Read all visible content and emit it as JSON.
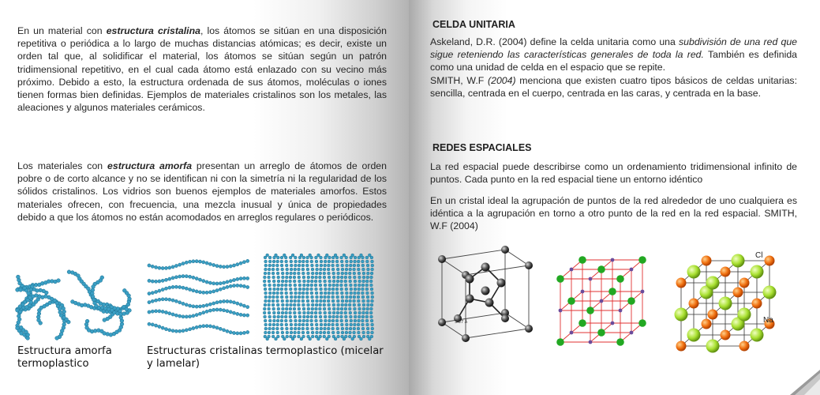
{
  "left_page": {
    "para1": {
      "t1": "En un material con ",
      "b1": "estructura cristalina",
      "t2": ", los átomos se sitúan en una disposición repetitiva o periódica a lo largo de muchas distancias atómicas; es decir, existe un orden tal que, al solidificar el material, los átomos se sitúan según un patrón tridimensional repetitivo, en el cual cada átomo está enlazado con su vecino más próximo. Debido a esto, la estructura ordenada de sus átomos, moléculas o iones tienen formas bien definidas. Ejemplos de materiales cristalinos son los metales, las aleaciones y algunos materiales cerámicos."
    },
    "para2": {
      "t1": "Los materiales con ",
      "b1": "estructura amorfa",
      "t2": " presentan un  arreglo de átomos de orden pobre o de corto alcance y no se identifican ni con la simetría ni la regularidad de los sólidos cristalinos. Los vidrios son buenos ejemplos de materiales amorfos. Estos materiales ofrecen, con frecuencia, una mezcla inusual y única de propiedades debido a que los átomos no están acomodados en arreglos regulares o periódicos."
    },
    "caption_amorfa": "Estructura amorfa termoplastico",
    "caption_cristalinas": "Estructuras cristalinas termoplastico (micelar y lamelar)"
  },
  "right_page": {
    "heading_celda": "CELDA UNITARIA",
    "celda": {
      "t1": "Askeland, D.R. (2004) define la celda unitaria como una ",
      "i1": "subdivisión de una red que sigue reteniendo las características generales de toda la red.",
      "t2": " También es definida como una unidad de celda en el espacio que se repite.",
      "t3": "SMITH, W.F ",
      "i2": "(2004)",
      "t4": " menciona que existen cuatro tipos básicos de celdas unitarias: sencilla, centrada en el cuerpo, centrada en las caras, y centrada en la base."
    },
    "heading_redes": "REDES ESPACIALES",
    "redes_p1": "La red espacial puede describirse como un ordenamiento tridimensional infinito de puntos. Cada punto en la red espacial tiene un entorno idéntico",
    "redes_p2": "En un cristal ideal la agrupación de puntos de la red alrededor de uno cualquiera es idéntica a la agrupación en torno a otro punto de la red en la red espacial. SMITH, W.F (2004)",
    "nacl_label_cl": "Cl",
    "nacl_label_na": "Na",
    "diamond_label": "3.57 Å"
  },
  "colors": {
    "polymer_bead": "#3a9fc4",
    "lattice_green": "#22a822",
    "lattice_red_lines": "#e03030",
    "lattice_purple": "#6a4c9c",
    "nacl_orange": "#f07010",
    "nacl_lime": "#a8e030"
  }
}
